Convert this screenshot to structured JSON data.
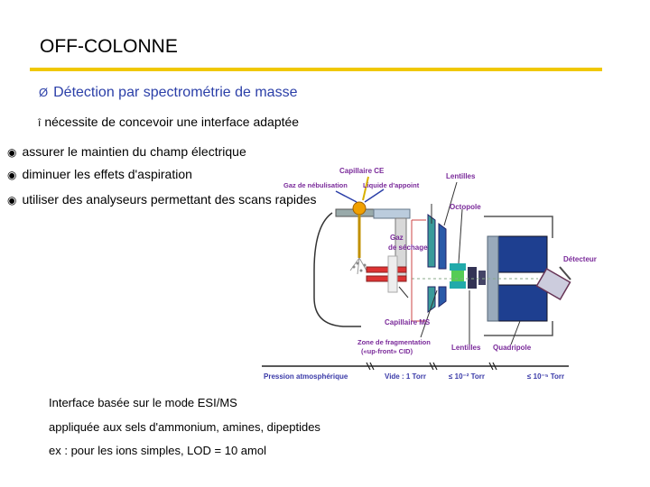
{
  "slide": {
    "title": "OFF-COLONNE",
    "level1": {
      "marker": "Ø",
      "text": "Détection par spectrométrie de masse"
    },
    "level2": {
      "marker": "î",
      "text": "nécessite de concevoir une interface adaptée"
    },
    "bullets": [
      {
        "marker": "◉",
        "text": "assurer le maintien du champ électrique"
      },
      {
        "marker": "◉",
        "text": "diminuer les effets d'aspiration"
      },
      {
        "marker": "◉",
        "text": "utiliser des analyseurs permettant des scans rapides"
      }
    ],
    "notes": [
      "Interface basée sur le mode ESI/MS",
      "appliquée aux sels d'ammonium, amines, dipeptides",
      "ex : pour les ions simples, LOD = 10 amol"
    ]
  },
  "diagram": {
    "labels": {
      "capillaire_ce": "Capillaire CE",
      "lentilles_top": "Lentilles",
      "gaz_nebulisation": "Gaz de nébulisation",
      "liquide_appoint": "Liquide d'appoint",
      "octopole": "Octopole",
      "gaz_sechage_1": "Gaz",
      "gaz_sechage_2": "de séchage",
      "detecteur": "Détecteur",
      "capillaire_ms": "Capillaire MS",
      "zone_frag_1": "Zone de fragmentation",
      "zone_frag_2": "(«up-front» CID)",
      "lentilles_bottom": "Lentilles",
      "quadripole": "Quadripole",
      "pression_atm": "Pression atmosphérique",
      "vide_1": "Vide : 1 Torr",
      "vide_2": "≤ 10⁻² Torr",
      "vide_3": "≤ 10⁻⁵ Torr"
    },
    "colors": {
      "label": "#7a2a9a",
      "axis_text": "#3a3aa8",
      "accent": "#2b3fa8",
      "rule": "#f0c800"
    }
  }
}
